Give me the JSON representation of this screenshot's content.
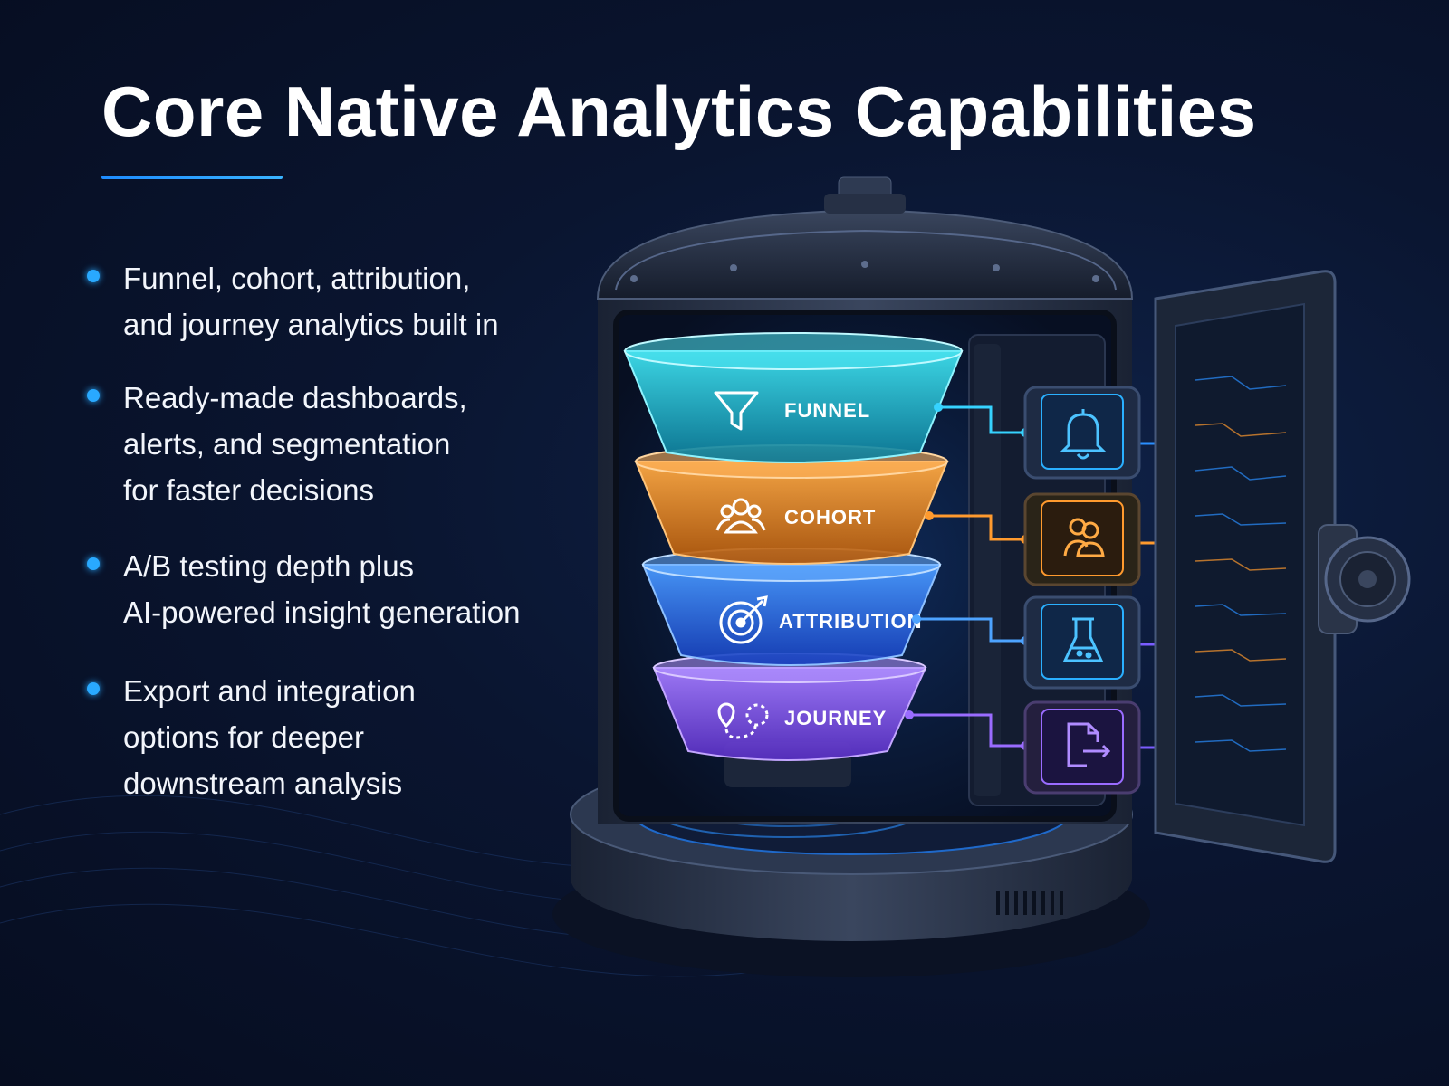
{
  "title": "Core Native Analytics Capabilities",
  "bullets": [
    {
      "line1": "Funnel, cohort, attribution,",
      "line2": "and journey analytics built in",
      "line3": ""
    },
    {
      "line1": "Ready-made dashboards,",
      "line2": "alerts, and segmentation",
      "line3": "for faster decisions"
    },
    {
      "line1": "A/B testing depth plus",
      "line2": "AI-powered insight generation",
      "line3": ""
    },
    {
      "line1": "Export and integration",
      "line2": "options for deeper",
      "line3": "downstream analysis"
    }
  ],
  "funnel_layers": [
    {
      "label": "FUNNEL",
      "icon": "funnel-icon",
      "color": "#1fc6d8"
    },
    {
      "label": "COHORT",
      "icon": "users-icon",
      "color": "#ff8a1e"
    },
    {
      "label": "ATTRIBUTION",
      "icon": "target-icon",
      "color": "#2f7dff"
    },
    {
      "label": "JOURNEY",
      "icon": "route-icon",
      "color": "#8a5cff"
    }
  ],
  "side_tiles": [
    {
      "icon": "bell-icon",
      "color": "#2ab0ff"
    },
    {
      "icon": "people-icon",
      "color": "#ff9a2e"
    },
    {
      "icon": "flask-icon",
      "color": "#2ab0ff"
    },
    {
      "icon": "export-icon",
      "color": "#9a6cff"
    }
  ],
  "colors": {
    "background": "#0a1530",
    "accent": "#29a9ff",
    "metal": "#2a3448"
  }
}
